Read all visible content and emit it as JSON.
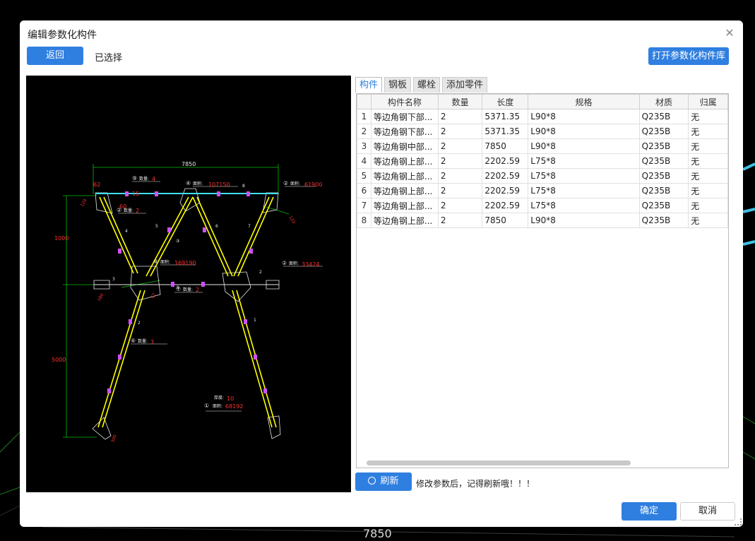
{
  "background": {
    "bottom_dimension": "7850"
  },
  "dialog": {
    "title": "编辑参数化构件",
    "back_label": "返回",
    "selected_label": "已选择",
    "open_library_label": "打开参数化构件库",
    "tabs": [
      {
        "label": "构件"
      },
      {
        "label": "钢板"
      },
      {
        "label": "螺栓"
      },
      {
        "label": "添加零件"
      }
    ],
    "columns": [
      "",
      "构件名称",
      "数量",
      "长度",
      "规格",
      "材质",
      "归属"
    ],
    "rows": [
      [
        "1",
        "等边角钢下部...",
        "2",
        "5371.35",
        "L90*8",
        "Q235B",
        "无"
      ],
      [
        "2",
        "等边角钢下部...",
        "2",
        "5371.35",
        "L90*8",
        "Q235B",
        "无"
      ],
      [
        "3",
        "等边角钢中部...",
        "2",
        "7850",
        "L90*8",
        "Q235B",
        "无"
      ],
      [
        "4",
        "等边角钢上部...",
        "2",
        "2202.59",
        "L75*8",
        "Q235B",
        "无"
      ],
      [
        "5",
        "等边角钢上部...",
        "2",
        "2202.59",
        "L75*8",
        "Q235B",
        "无"
      ],
      [
        "6",
        "等边角钢上部...",
        "2",
        "2202.59",
        "L75*8",
        "Q235B",
        "无"
      ],
      [
        "7",
        "等边角钢上部...",
        "2",
        "2202.59",
        "L75*8",
        "Q235B",
        "无"
      ],
      [
        "8",
        "等边角钢上部...",
        "2",
        "7850",
        "L90*8",
        "Q235B",
        "无"
      ]
    ],
    "refresh_label": "刷新",
    "hint": "修改参数后，记得刷新哦！！！",
    "ok_label": "确定",
    "cancel_label": "取消"
  },
  "drawing": {
    "top_width": "7850",
    "left_height_top": "1000",
    "left_height_bottom": "5000",
    "labels": {
      "l62": "62",
      "l15": "15",
      "l60": "60",
      "qty4": "4",
      "qty2a": "2",
      "qty2b": "2",
      "qty3": "3",
      "area107150": "107150",
      "area61900": "61900",
      "area169190": "169190",
      "area33424": "33424",
      "thick10": "10",
      "area68192": "68192",
      "dim_a": "120",
      "dim_b": "120",
      "dim_c": "180",
      "dim_d": "67",
      "dim_e": "300",
      "n1": "8",
      "n2": "5",
      "n3": "6",
      "n4": "7",
      "n5": "4",
      "n6": "2",
      "n7": "3",
      "n8": "2",
      "n9": "1"
    },
    "text": {
      "qty": "数量:",
      "area": "面积:",
      "thick": "厚度:",
      "c1": "①",
      "c2": "②",
      "c3": "③",
      "c4": "④",
      "c5": "⑤",
      "c6": "⑥",
      "c7": "⑦",
      "c8": "⑧",
      "c9": "⑨"
    },
    "colors": {
      "line": "#e8e8e8",
      "member": "#ffff00",
      "dim": "#00c000",
      "red": "#ff3030",
      "cyan": "#40e0ff",
      "purple": "#d050ff"
    }
  }
}
